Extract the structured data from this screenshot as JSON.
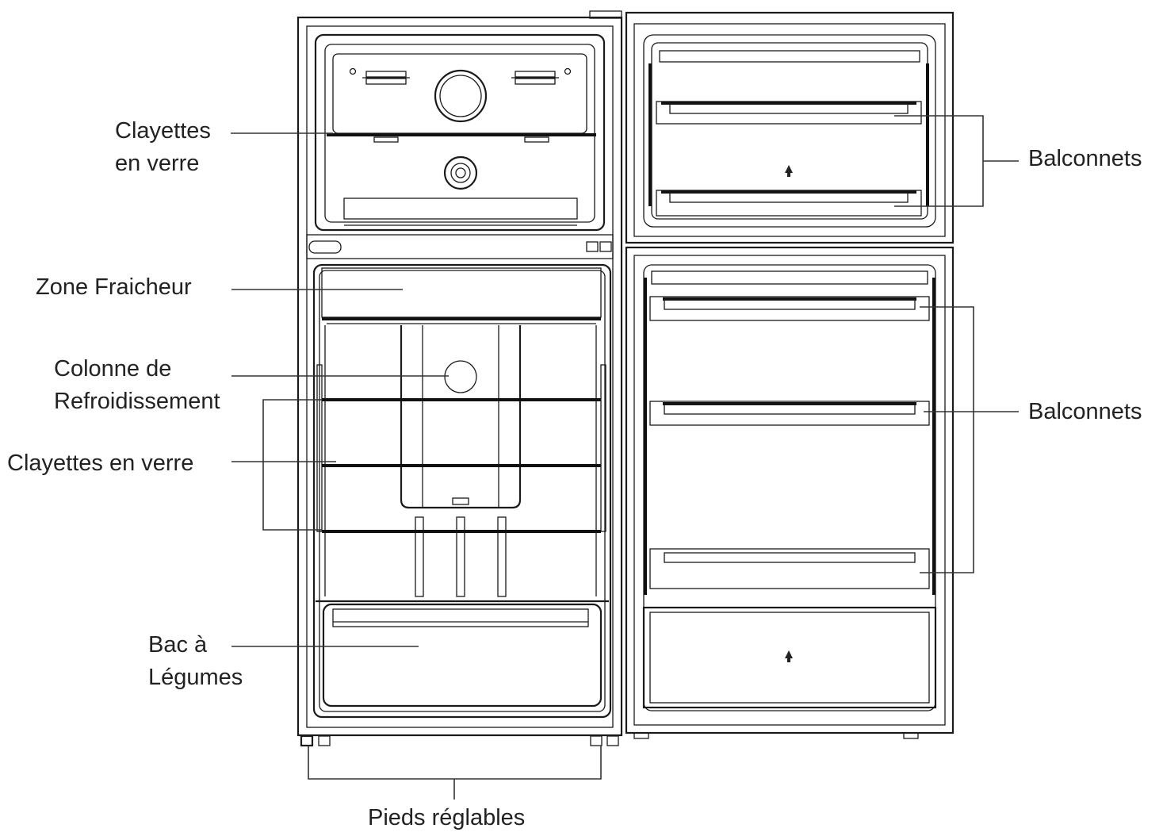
{
  "labels": {
    "clayettes_top_line1": "Clayettes",
    "clayettes_top_line2": "en verre",
    "zone_fraicheur": "Zone Fraicheur",
    "colonne_line1": "Colonne de",
    "colonne_line2": "Refroidissement",
    "clayettes_middle": "Clayettes en verre",
    "bac_line1": "Bac à",
    "bac_line2": "Légumes",
    "pieds": "Pieds réglables",
    "balconnets_top": "Balconnets",
    "balconnets_bottom": "Balconnets"
  }
}
